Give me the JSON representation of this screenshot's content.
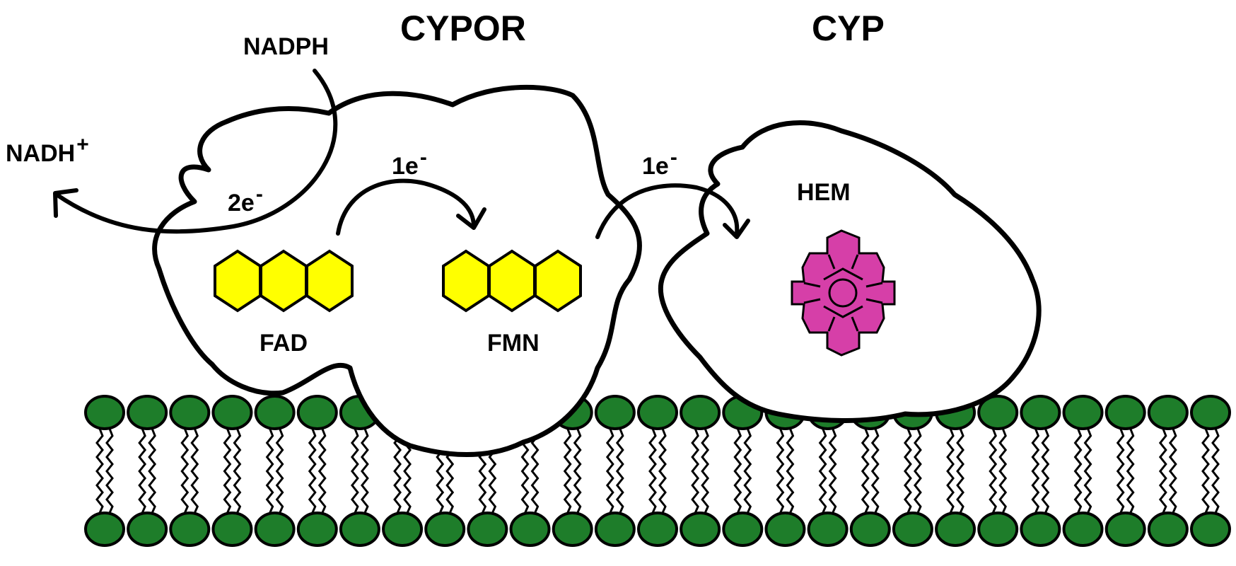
{
  "labels": {
    "cypor": "CYPOR",
    "cyp": "CYP",
    "nadph": "NADPH",
    "nadh": "NADH",
    "nadh_charge": "+",
    "two_e": "2e",
    "two_e_charge": "-",
    "one_e_a": "1e",
    "one_e_a_charge": "-",
    "one_e_b": "1e",
    "one_e_b_charge": "-",
    "fad": "FAD",
    "fmn": "FMN",
    "hem": "HEM"
  },
  "colors": {
    "flavin_fill": "#ffff00",
    "heme_fill": "#d63fa8",
    "lipid_head": "#1e7d2a",
    "outline": "#000000",
    "background": "#ffffff"
  },
  "membrane": {
    "head_count": 27
  }
}
